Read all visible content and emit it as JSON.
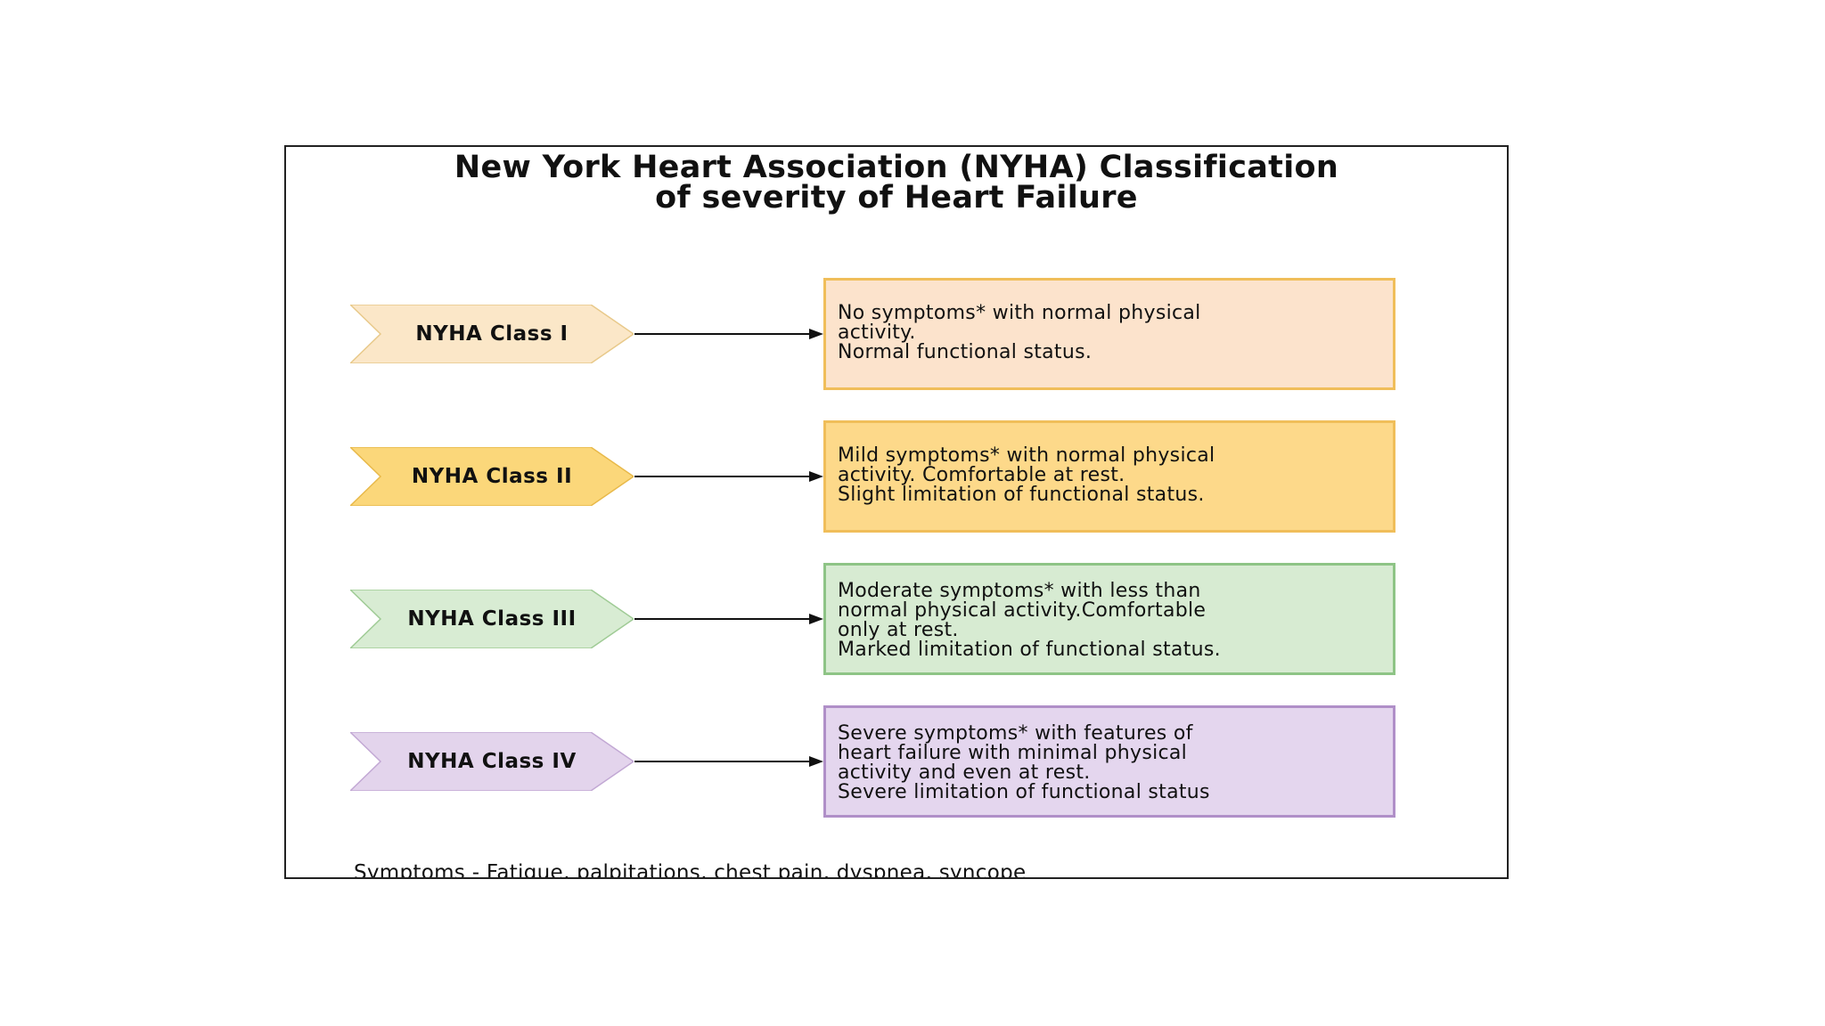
{
  "title_lines": [
    "New York Heart Association (NYHA) Classification",
    "of severity of Heart Failure"
  ],
  "classes": [
    {
      "label": "NYHA Class I",
      "description_lines": [
        "No symptoms* with normal physical",
        "activity.",
        "Normal functional status."
      ],
      "arrow_fill": "#fbe7c8",
      "box_fill": "#fce3cc",
      "box_border": "#f0be5a"
    },
    {
      "label": "NYHA Class II",
      "description_lines": [
        "Mild symptoms* with normal physical",
        "activity. Comfortable at rest.",
        "Slight limitation of functional status."
      ],
      "arrow_fill": "#fbd77a",
      "box_fill": "#fdd98a",
      "box_border": "#f0be5a"
    },
    {
      "label": "NYHA Class III",
      "description_lines": [
        "Moderate symptoms* with less than",
        "normal physical activity.Comfortable",
        "only at rest.",
        "Marked limitation of functional status."
      ],
      "arrow_fill": "#d8ecd3",
      "box_fill": "#d7ebd2",
      "box_border": "#8ec486"
    },
    {
      "label": "NYHA Class IV",
      "description_lines": [
        "Severe symptoms* with features of",
        "heart failure with minimal physical",
        "activity and even at rest.",
        "Severe limitation of functional status"
      ],
      "arrow_fill": "#e3d4ec",
      "box_fill": "#e4d6ee",
      "box_border": "#b08fc8"
    }
  ],
  "footnote": "Symptoms - Fatigue, palpitations, chest pain, dyspnea, syncope"
}
